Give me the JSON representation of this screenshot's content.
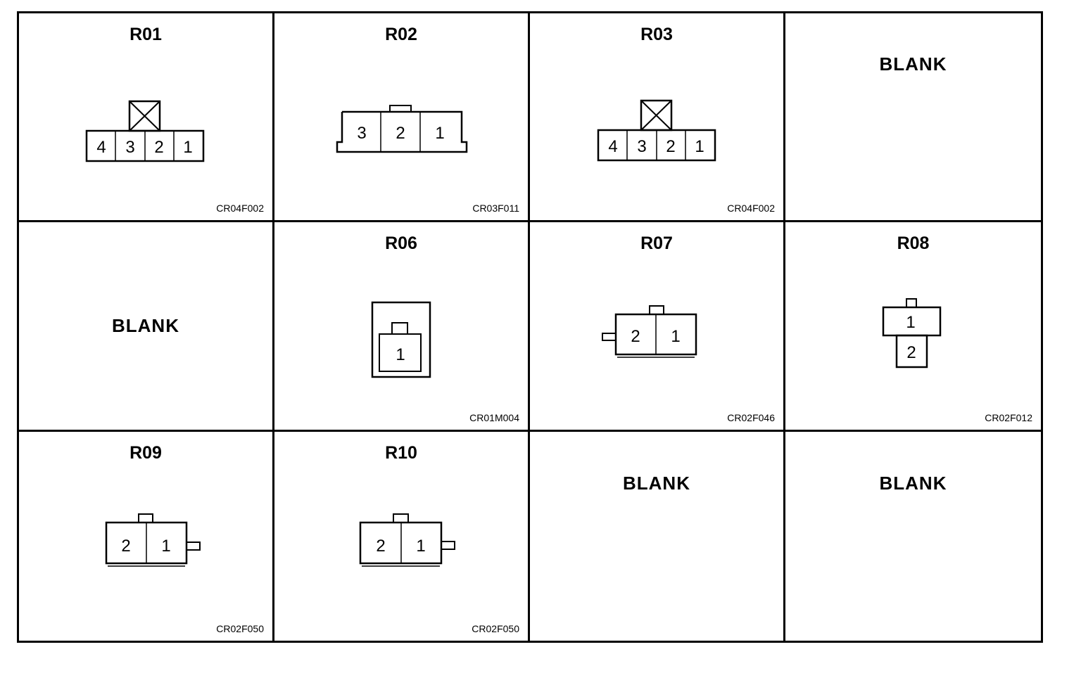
{
  "cells": [
    {
      "title": "R01",
      "code": "CR04F002",
      "pins": [
        "4",
        "3",
        "2",
        "1"
      ]
    },
    {
      "title": "R02",
      "code": "CR03F011",
      "pins": [
        "3",
        "2",
        "1"
      ]
    },
    {
      "title": "R03",
      "code": "CR04F002",
      "pins": [
        "4",
        "3",
        "2",
        "1"
      ]
    },
    {
      "blank": "BLANK"
    },
    {
      "blank": "BLANK"
    },
    {
      "title": "R06",
      "code": "CR01M004",
      "pins": [
        "1"
      ]
    },
    {
      "title": "R07",
      "code": "CR02F046",
      "pins": [
        "2",
        "1"
      ]
    },
    {
      "title": "R08",
      "code": "CR02F012",
      "pins": [
        "1",
        "2"
      ]
    },
    {
      "title": "R09",
      "code": "CR02F050",
      "pins": [
        "2",
        "1"
      ]
    },
    {
      "title": "R10",
      "code": "CR02F050",
      "pins": [
        "2",
        "1"
      ]
    },
    {
      "blank": "BLANK"
    },
    {
      "blank": "BLANK"
    }
  ]
}
